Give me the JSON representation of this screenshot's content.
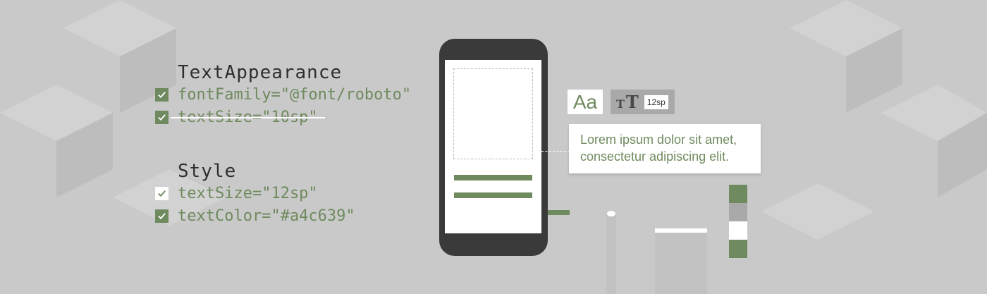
{
  "text_appearance": {
    "heading": "TextAppearance",
    "lines": [
      {
        "text": "fontFamily=\"@font/roboto\"",
        "checked": true,
        "struck": false
      },
      {
        "text": "textSize=\"10sp\"",
        "checked": true,
        "struck": true
      }
    ]
  },
  "style": {
    "heading": "Style",
    "lines": [
      {
        "text": "textSize=\"12sp\"",
        "checked": true,
        "check_style": "white"
      },
      {
        "text": "textColor=\"#a4c639\"",
        "checked": true,
        "check_style": "green"
      }
    ]
  },
  "preview": {
    "font_sample": "Aa",
    "text_size_icon": "text-size-icon",
    "text_size_value": "12sp",
    "lorem_text": "Lorem ipsum dolor sit amet, consectetur adipiscing elit."
  },
  "colors": {
    "background": "#c9c9c9",
    "accent_green": "#6f8a5e",
    "phone_body": "#3a3a3a",
    "swatches": [
      "#6f8a5e",
      "#a9a9a9",
      "#ffffff",
      "#6f8a5e"
    ]
  }
}
